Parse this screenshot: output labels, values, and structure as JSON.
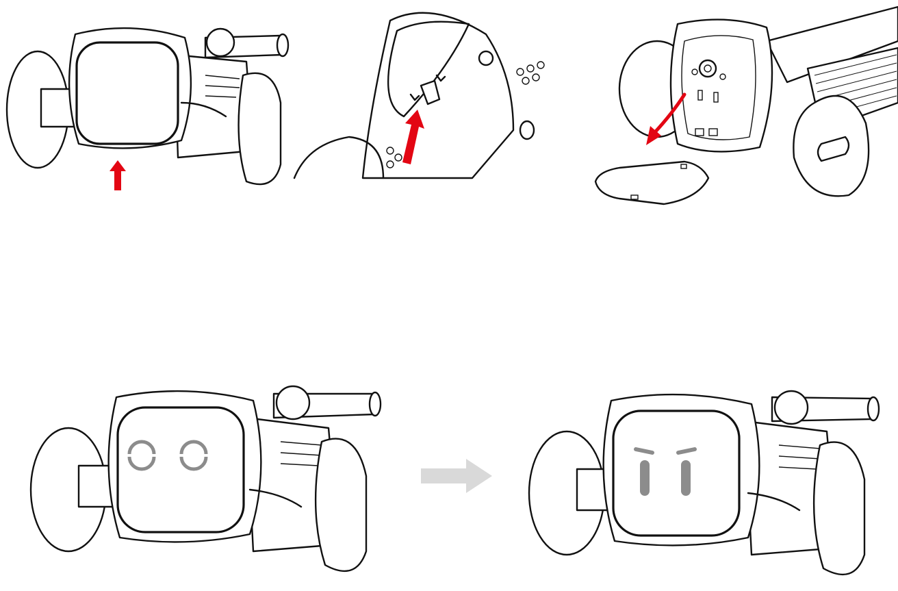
{
  "colors": {
    "line": "#111111",
    "accent_arrow": "#e30613",
    "progress_arrow": "#d9d9d9",
    "face_gray": "#8c8c8c",
    "background": "#ffffff"
  },
  "steps": [
    {
      "id": "step-1",
      "action": "push-up-front-faceplate",
      "arrow": "straight-up",
      "arrow_color": "accent_arrow"
    },
    {
      "id": "step-2",
      "action": "lift-latch-tab",
      "arrow": "diagonal-up",
      "arrow_color": "accent_arrow"
    },
    {
      "id": "step-3",
      "action": "remove-faceplate-cover",
      "arrow": "curved-down",
      "arrow_color": "accent_arrow"
    },
    {
      "id": "step-4",
      "face_state": "loading-circles"
    },
    {
      "id": "step-5",
      "face_state": "determined-eyes"
    }
  ],
  "transition_arrow": {
    "from": "step-4",
    "to": "step-5",
    "color": "progress_arrow"
  }
}
